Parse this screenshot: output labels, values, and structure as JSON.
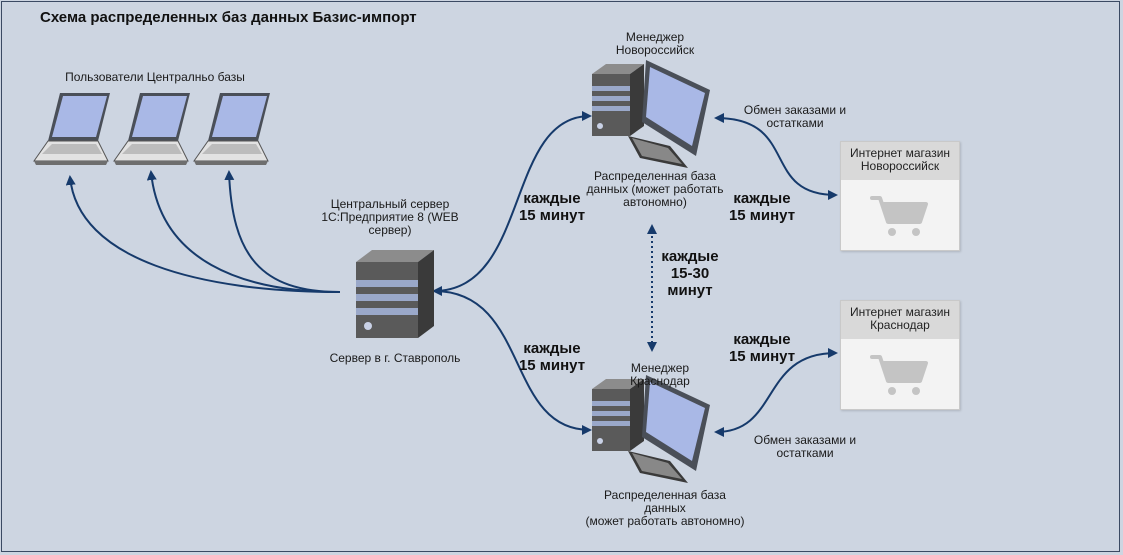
{
  "title": "Схема распределенных баз данных Базис-импорт",
  "users_label": "Пользователи Централньо базы",
  "central": {
    "label_top": "Центральный сервер\n1С:Предприятие 8 (WEB\nсервер)",
    "label_bottom": "Сервер в г. Ставрополь"
  },
  "manager_nov": {
    "label_top": "Менеджер\nНовороссийск",
    "label_bottom": "Распределенная база\nданных (может работать\nавтономно)"
  },
  "manager_kr": {
    "label_top": "Менеджер\nКраснодар",
    "label_bottom": "Распределенная база\nданных\n(может работать автономно)"
  },
  "shop_nov": {
    "title": "Интернет магазин\nНовороссийск"
  },
  "shop_kr": {
    "title": "Интернет магазин\nКраснодар"
  },
  "exchange_nov": "Обмен заказами и\nостатками",
  "exchange_kr": "Обмен заказами и\nостатками",
  "intervals": {
    "central_nov": "каждые\n15 минут",
    "central_kr": "каждые\n15 минут",
    "nov_shop": "каждые\n15 минут",
    "kr_shop": "каждые\n15 минут",
    "nov_kr": "каждые\n15-30\nминут"
  },
  "colors": {
    "arrow": "#163a6b",
    "background": "#cdd5e1"
  }
}
